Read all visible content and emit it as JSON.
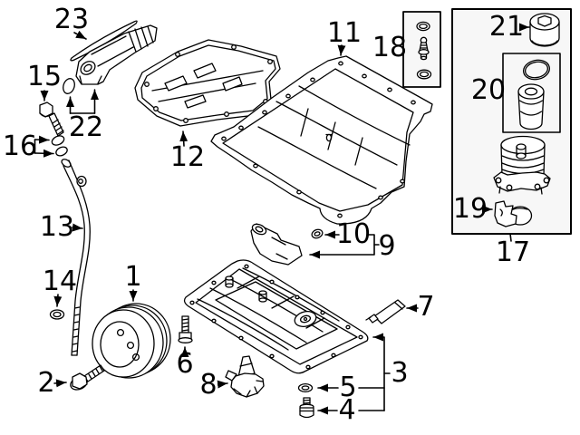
{
  "figure": {
    "background": "#ffffff",
    "line_color": "#000000",
    "box_fill": "#f7f7f7",
    "callouts": {
      "1": "1",
      "2": "2",
      "3": "3",
      "4": "4",
      "5": "5",
      "6": "6",
      "7": "7",
      "8": "8",
      "9": "9",
      "10": "10",
      "11": "11",
      "12": "12",
      "13": "13",
      "14": "14",
      "15": "15",
      "16": "16",
      "17": "17",
      "18": "18",
      "19": "19",
      "20": "20",
      "21": "21",
      "22": "22",
      "23": "23"
    }
  }
}
